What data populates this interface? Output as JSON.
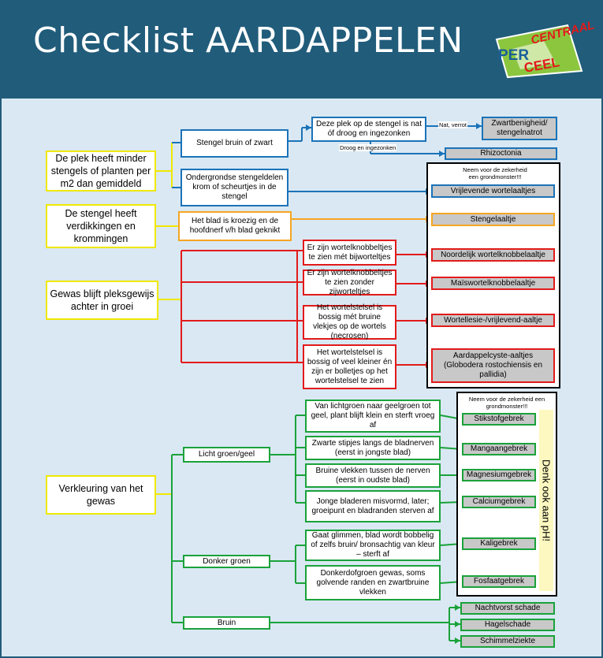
{
  "header": {
    "title": "Checklist AARDAPPELEN",
    "logo": {
      "top_text": "CENTRAAL",
      "side_text": "PER",
      "bottom_text": "CEEL"
    }
  },
  "colors": {
    "header_bg": "#215c7a",
    "canvas_bg": "#d9e8f3",
    "yellow": "#f0e800",
    "blue": "#1a73b8",
    "orange": "#f5a623",
    "red": "#e21a1a",
    "green": "#1aa23a",
    "result_fill": "#c8c8c8"
  },
  "symptoms": [
    "De plek heeft minder stengels of planten per m2 dan gemiddeld",
    "De stengel heeft verdikkingen en krommingen",
    "Gewas blijft pleksgewijs achter in groei",
    "Verkleuring van het gewas"
  ],
  "blue_branch": {
    "stem_dark": "Stengel bruin of zwart",
    "spot_question": "Deze plek op de stengel is nat óf droog en ingezonken",
    "edge_wet": "Nat, verrot",
    "edge_dry": "Droog en ingezonken",
    "result_wet": "Zwartbenigheid/ stengelnatrot",
    "result_dry": "Rhizoctonia",
    "underground": "Ondergrondse stengeldelen krom of scheurtjes in de stengel"
  },
  "orange_branch": {
    "leaf": "Het blad is kroezig en de hoofdnerf v/h blad geknikt"
  },
  "red_branch": {
    "options": [
      "Er zijn wortelknobbeltjes te zien mét bijworteltjes",
      "Er zijn wortelknobbeltjes te zien zonder zijworteltjes",
      "Het wortelstelsel is bossig mét bruine vlekjes op de wortels (necrosen)",
      "Het wortelstelsel is bossig of veel kleiner én zijn er bolletjes op het wortelstelsel te zien"
    ]
  },
  "nematode_panel": {
    "note": "Neem voor de zekerheid een grondmonster!!!",
    "results": [
      "Vrijlevende wortelaaltjes",
      "Stengelaaltje",
      "Noordelijk wortelknobbelaaltje",
      "Maïswortelknobbelaaltje",
      "Wortellesie-/vrijlevend-aaltje",
      "Aardappelcyste-aaltjes (Globodera rostochiensis en pallidia)"
    ]
  },
  "green_branch": {
    "colors": [
      "Licht groen/geel",
      "Donker groen",
      "Bruin"
    ],
    "light_options": [
      "Van lichtgroen naar geelgroen tot geel, plant blijft klein en sterft vroeg af",
      "Zwarte stipjes langs de bladnerven (eerst in jongste blad)",
      "Bruine vlekken tussen de nerven (eerst in oudste blad)",
      "Jonge bladeren misvormd, later; groeipunt en bladranden sterven af"
    ],
    "dark_options": [
      "Gaat glimmen, blad wordt bobbelig of zelfs bruin/ bronsachtig van kleur – sterft af",
      "Donkerdofgroen gewas, soms golvende randen en zwartbruine vlekken"
    ]
  },
  "deficiency_panel": {
    "note": "Neem voor de zekerheid een grondmonster!!!",
    "ph_note": "Denk ook aan pH!",
    "results": [
      "Stikstofgebrek",
      "Mangaangebrek",
      "Magnesiumgebrek",
      "Calciumgebrek",
      "Kaligebrek",
      "Fosfaatgebrek"
    ]
  },
  "brown_results": [
    "Nachtvorst schade",
    "Hagelschade",
    "Schimmelziekte"
  ]
}
